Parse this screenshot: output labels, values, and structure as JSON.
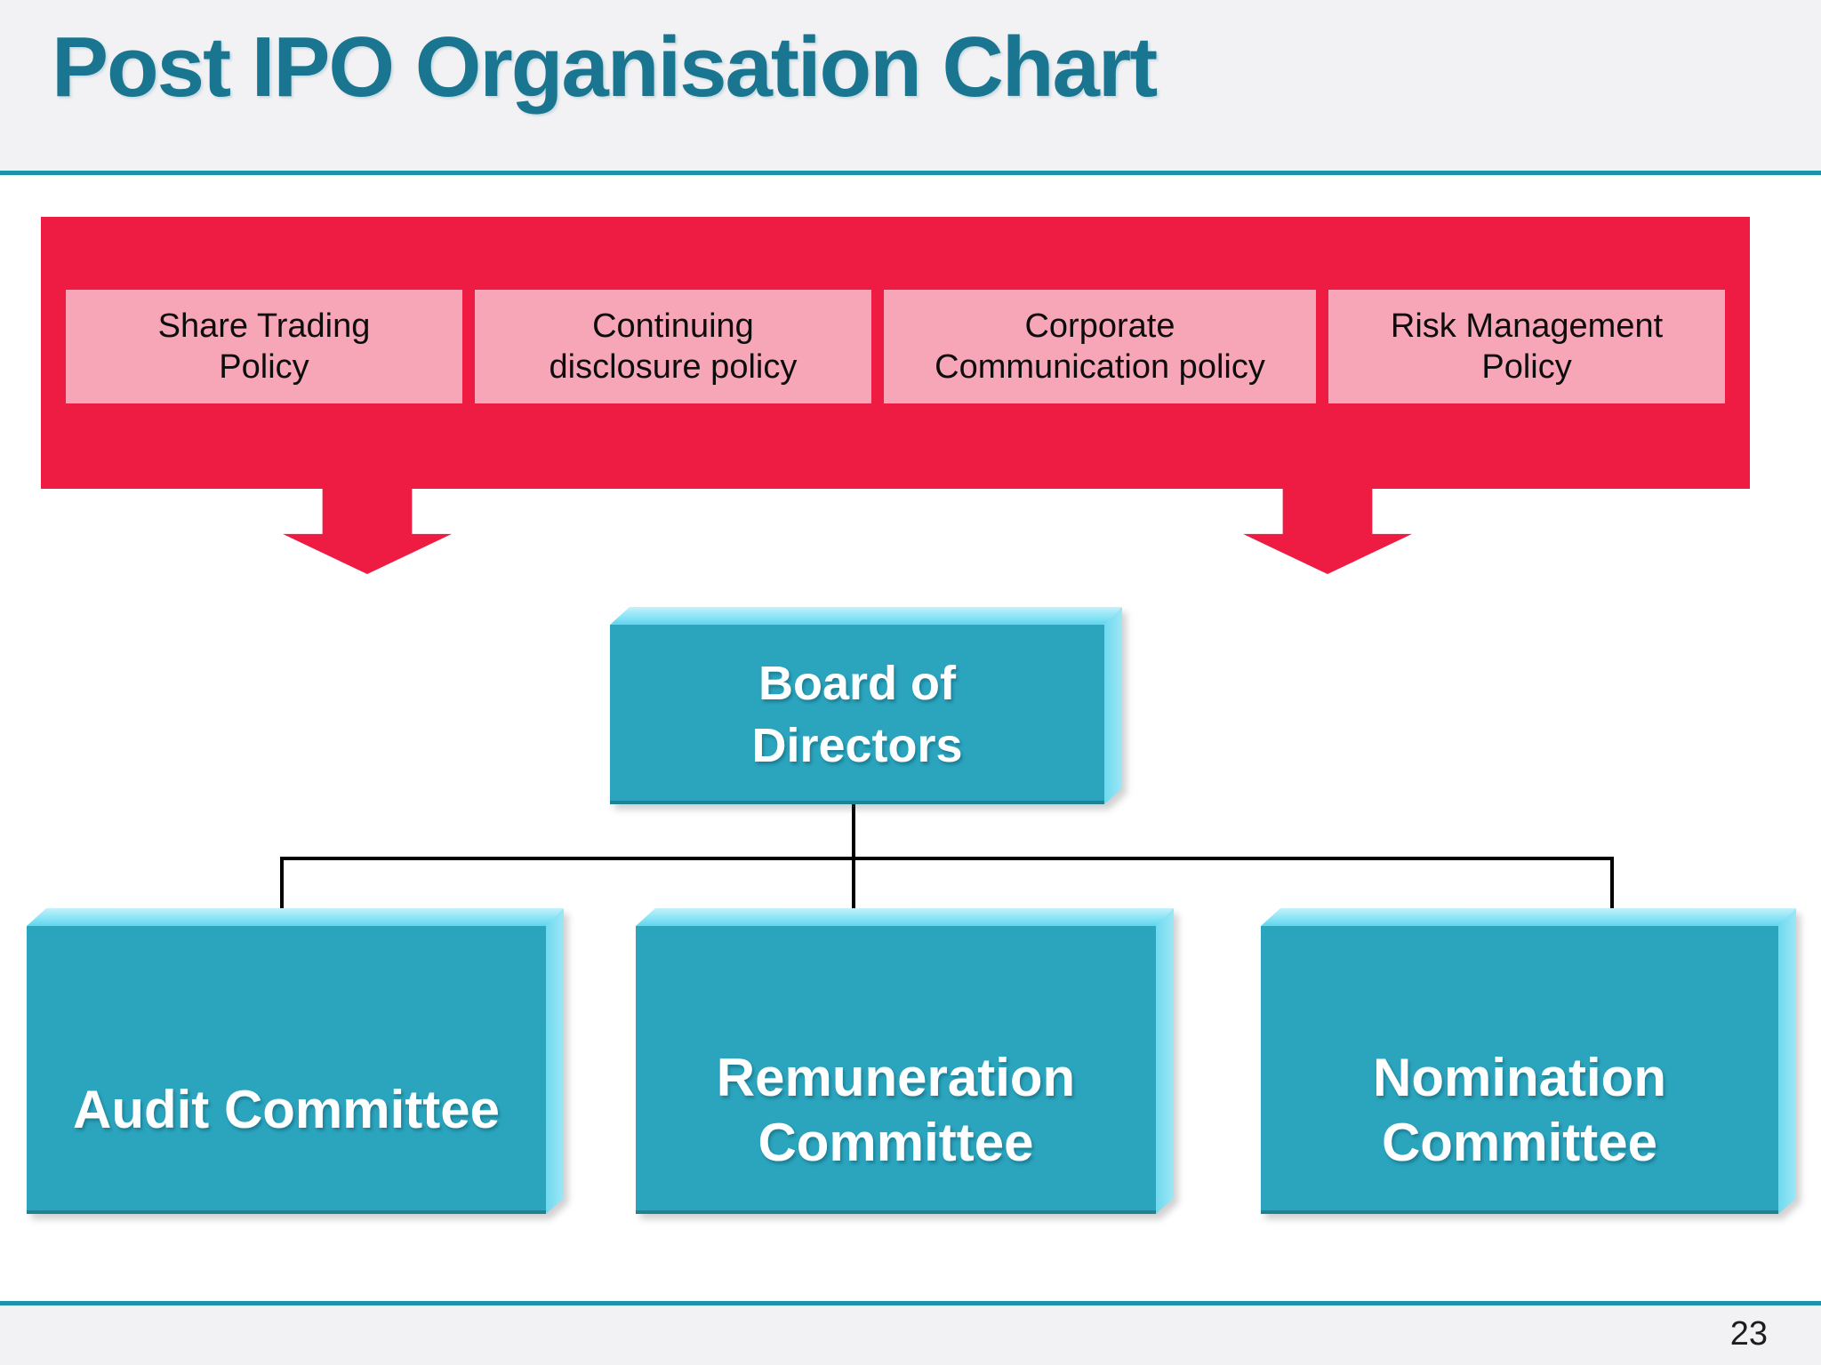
{
  "slide": {
    "title": "Post IPO Organisation Chart",
    "page_number": "23"
  },
  "colors": {
    "accent_rule_teal": "#1b93a8",
    "title_teal": "#1a7590",
    "banner_red": "#ee1b43",
    "policy_pink": "#f7a6b8",
    "node_face_teal": "#2ba4bd",
    "node_bevel_cyan": "#8ae4f6",
    "connector_black": "#000000",
    "band_gray": "#f2f1f3"
  },
  "policy_banner": {
    "policies": [
      {
        "label": "Share Trading\nPolicy"
      },
      {
        "label": "Continuing\ndisclosure policy"
      },
      {
        "label": "Corporate\nCommunication policy"
      },
      {
        "label": "Risk Management\nPolicy"
      }
    ]
  },
  "org_chart": {
    "root": {
      "label": "Board of\nDirectors"
    },
    "committees": [
      {
        "label": "Audit Committee"
      },
      {
        "label": "Remuneration\nCommittee"
      },
      {
        "label": "Nomination\nCommittee"
      }
    ]
  }
}
